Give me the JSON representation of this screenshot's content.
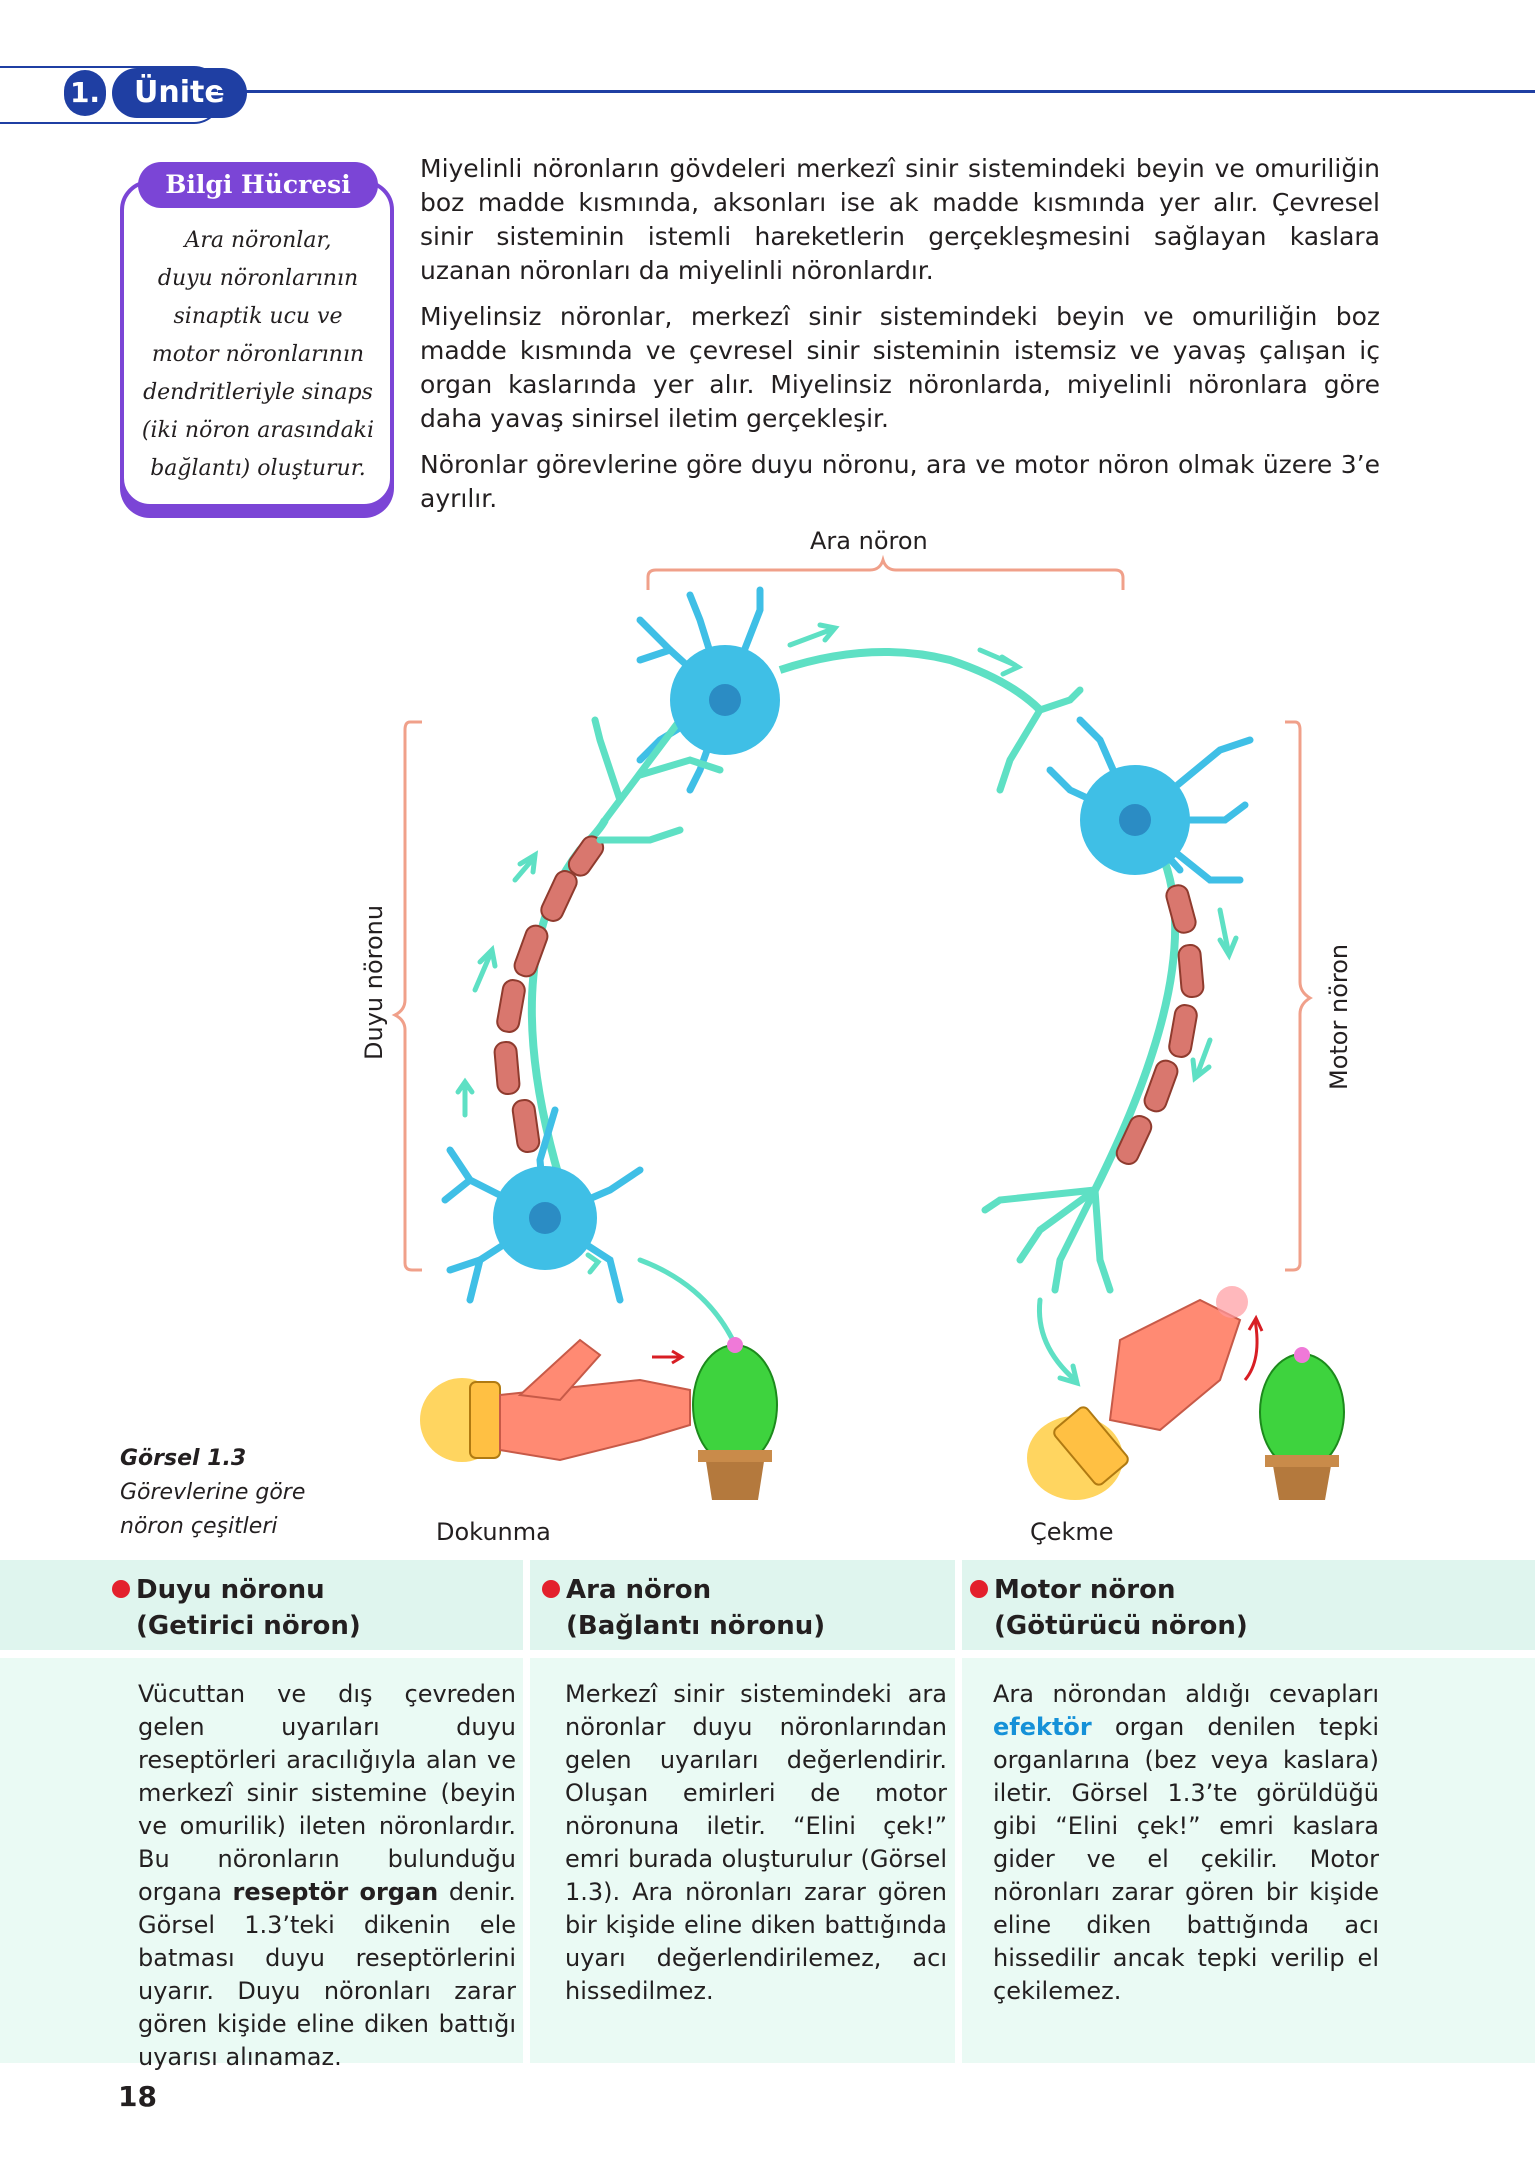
{
  "header": {
    "unit_number": "1.",
    "unit_title": "Ünite"
  },
  "info_box": {
    "label": "Bilgi Hücresi",
    "lines": [
      "Ara nöronlar,",
      "duyu nöronlarının",
      "sinaptik ucu ve",
      "motor nöronlarının",
      "dendritleriyle sinaps",
      "(iki nöron arasındaki",
      "bağlantı) oluşturur."
    ]
  },
  "paragraphs": [
    "Miyelinli nöronların gövdeleri merkezî sinir sistemindeki beyin ve omuriliğin boz madde kısmında, aksonları ise ak madde kısmında yer alır. Çevresel sinir sisteminin istemli hareketlerin gerçekleşmesini sağlayan kaslara uzanan nöronları da miyelinli nöronlardır.",
    "Miyelinsiz nöronlar, merkezî sinir sistemindeki beyin ve omuriliğin boz madde kısmında ve çevresel sinir sisteminin istemsiz ve yavaş çalışan iç organ kaslarında yer alır. Miyelinsiz nöronlarda, miyelinli nöronlara göre daha yavaş sinirsel iletim gerçekleşir.",
    "Nöronlar görevlerine göre duyu nöronu, ara ve motor nöron olmak üzere 3’e ayrılır."
  ],
  "figure": {
    "label_ara": "Ara nöron",
    "label_duyu": "Duyu nöronu",
    "label_motor": "Motor nöron",
    "label_dokunma": "Dokunma",
    "label_cekme": "Çekme",
    "caption_title": "Görsel 1.3",
    "caption_text": "Görevlerine göre nöron çeşitleri"
  },
  "columns": [
    {
      "title1": "Duyu nöronu",
      "title2": "(Getirici nöron)",
      "text_a": "Vücuttan ve dış çevreden gelen uyarıları duyu reseptörleri aracılığıyla alan ve merkezî sinir sistemine (beyin ve omurilik) ileten nöronlardır. Bu nöronların bulunduğu organa ",
      "bold": "reseptör organ",
      "text_b": " denir. Görsel 1.3’teki dikenin ele batması duyu reseptörlerini uyarır. Duyu nöronları zarar gören kişide eline diken battığı uyarısı alınamaz."
    },
    {
      "title1": "Ara nöron",
      "title2": "(Bağlantı nöronu)",
      "text_a": "Merkezî sinir sistemindeki ara nöronlar duyu nöronlarından gelen uyarıları değerlendirir. Oluşan emirleri de motor nöronuna iletir. “Elini çek!” emri burada oluşturulur (Görsel 1.3). Ara nöronları zarar gören bir kişide eline diken battığında uyarı değerlendirilemez, acı hissedilmez."
    },
    {
      "title1": "Motor nöron",
      "title2": "(Götürücü nöron)",
      "text_a": "Ara nörondan aldığı cevapları ",
      "blue": "efektör",
      "text_b": " organ denilen tepki organlarına (bez veya kaslara) iletir. Görsel 1.3’te görüldüğü gibi “Elini çek!” emri kaslara gider ve el çekilir. Motor nöronları zarar gören bir kişide eline diken battığında acı hissedilir ancak tepki verilip el çekilemez."
    }
  ],
  "page_number": "18",
  "colors": {
    "unit_blue": "#1f3fa3",
    "info_purple": "#7b45d6",
    "neuron_blue": "#3fbfe6",
    "neuron_green": "#5ee0c4",
    "myelin": "#d9776e",
    "bracket": "#f0a08a",
    "column_bg": "#eafaf4",
    "bullet_red": "#e3202c",
    "efektor_blue": "#1591d8"
  }
}
